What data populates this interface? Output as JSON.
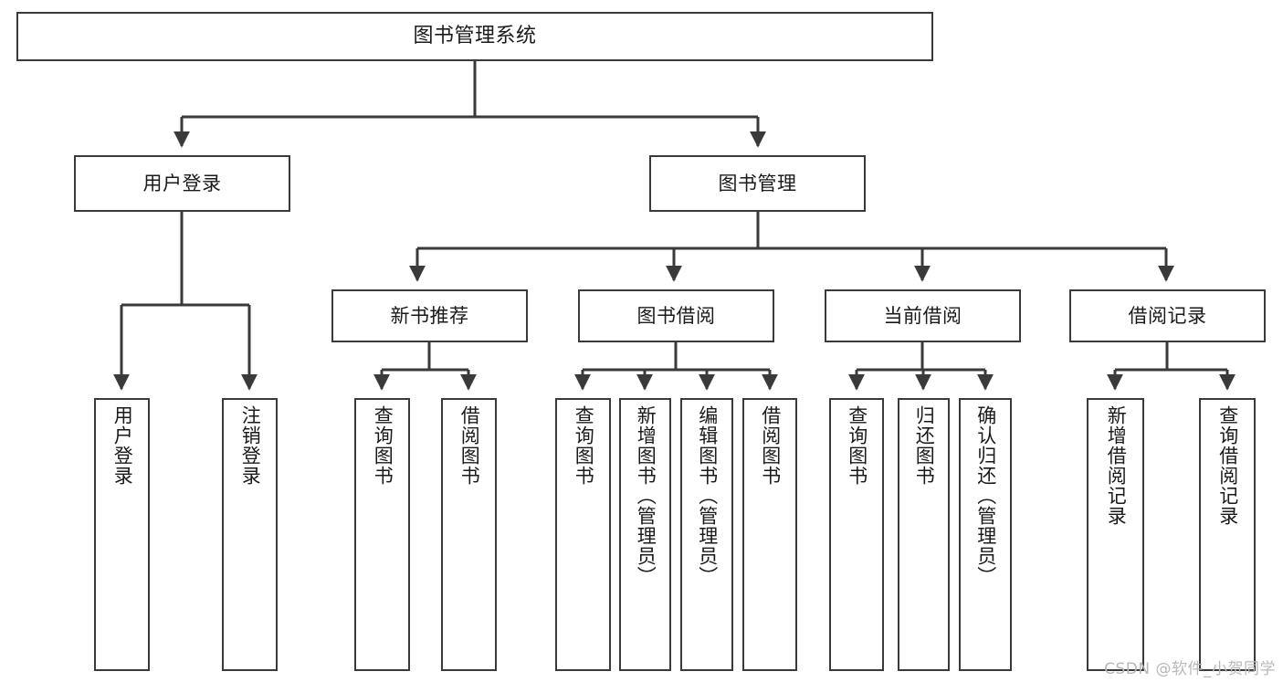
{
  "diagram": {
    "type": "tree",
    "title": "图书管理系统",
    "watermark": "CSDN @软件_小贺同学",
    "colors": {
      "stroke": "#3a3a3a",
      "fill": "#ffffff",
      "text": "#1a1a1a",
      "watermark": "#b8b8b8"
    },
    "nodes": {
      "root": {
        "label": "图书管理系统"
      },
      "level1": [
        {
          "label": "用户登录"
        },
        {
          "label": "图书管理"
        }
      ],
      "level2": [
        {
          "label": "新书推荐"
        },
        {
          "label": "图书借阅"
        },
        {
          "label": "当前借阅"
        },
        {
          "label": "借阅记录"
        }
      ],
      "leaves": [
        {
          "label": "用户登录"
        },
        {
          "label": "注销登录"
        },
        {
          "label": "查询图书"
        },
        {
          "label": "借阅图书"
        },
        {
          "label": "查询图书"
        },
        {
          "label": "新增图书（管理员）"
        },
        {
          "label": "编辑图书（管理员）"
        },
        {
          "label": "借阅图书"
        },
        {
          "label": "查询图书"
        },
        {
          "label": "归还图书"
        },
        {
          "label": "确认归还（管理员）"
        },
        {
          "label": "新增借阅记录"
        },
        {
          "label": "查询借阅记录"
        }
      ]
    }
  }
}
